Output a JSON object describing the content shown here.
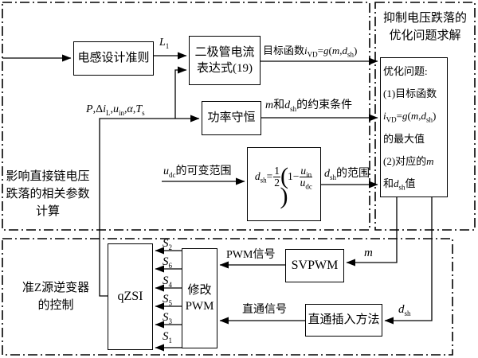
{
  "sections": {
    "params_calc": {
      "label_lines": [
        "影响直接链电压",
        "跌落的相关参数",
        "计算"
      ]
    },
    "optimization": {
      "title_lines": [
        "抑制电压跌落的",
        "优化问题求解"
      ]
    },
    "qzsi_control": {
      "label_lines": [
        "准Z源逆变器",
        "的控制"
      ]
    }
  },
  "boxes": {
    "inductor_design": "电感设计准则",
    "diode_current_lines": [
      "二极管电流",
      "表达式(19)"
    ],
    "power_conservation": "功率守恒",
    "dsh_formula_html": "<i>d</i><sub>sh</sub>=<span class=\"fr\"><span>1</span><span>2</span></span><span class=\"bp\">(</span>1−<span class=\"fr\"><span><i>u</i><sub>in</sub></span><span><i>u</i><sub>dc</sub></span></span><span class=\"bp\">)</span>",
    "opt_problem_lines_html": [
      "优化问题:",
      "(1)目标函数",
      "<i>i</i><sub>VD</sub>=<i>g</i>(<i>m</i>,<i>d</i><sub>sh</sub>)",
      "的最大值",
      "(2)对应的<i>m</i>",
      "和<i>d</i><sub>sh</sub>值"
    ],
    "qzsi": "qZSI",
    "modify_pwm_lines": [
      "修改",
      "PWM"
    ],
    "svpwm": "SVPWM",
    "shoot_through_insert": "直通插入方法"
  },
  "labels": {
    "l1_html": "<i>L</i><sub>1</sub>",
    "input_params_html": "<i>P</i>,Δ<i>i</i><sub>L</sub>,<i>u</i><sub>in</sub>,<i>α</i>,<i>T</i><sub>s</sub>",
    "objective_html": "目标函数<i>i</i><sub>VD</sub>=<i>g</i>(<i>m</i>,<i>d</i><sub>sh</sub>)",
    "constraints_html": "<i>m</i>和<i>d</i><sub>sh</sub>的约束条件",
    "udc_range_html": "<i>u</i><sub>dc</sub>的可变范围",
    "dsh_range_html": "<i>d</i><sub>sh</sub>的范围",
    "pwm_signal": "PWM信号",
    "shoot_signal": "直通信号",
    "m_html": "<i>m</i>",
    "dsh_html": "<i>d</i><sub>sh</sub>",
    "switch_labels_html": [
      "<i>S</i><sub>2</sub>",
      "<i>S</i><sub>6</sub>",
      "<i>S</i><sub>4</sub>",
      "<i>S</i><sub>5</sub>",
      "<i>S</i><sub>3</sub>",
      "<i>S</i><sub>1</sub>"
    ]
  },
  "colors": {
    "line": "#000000",
    "background": "#ffffff"
  }
}
